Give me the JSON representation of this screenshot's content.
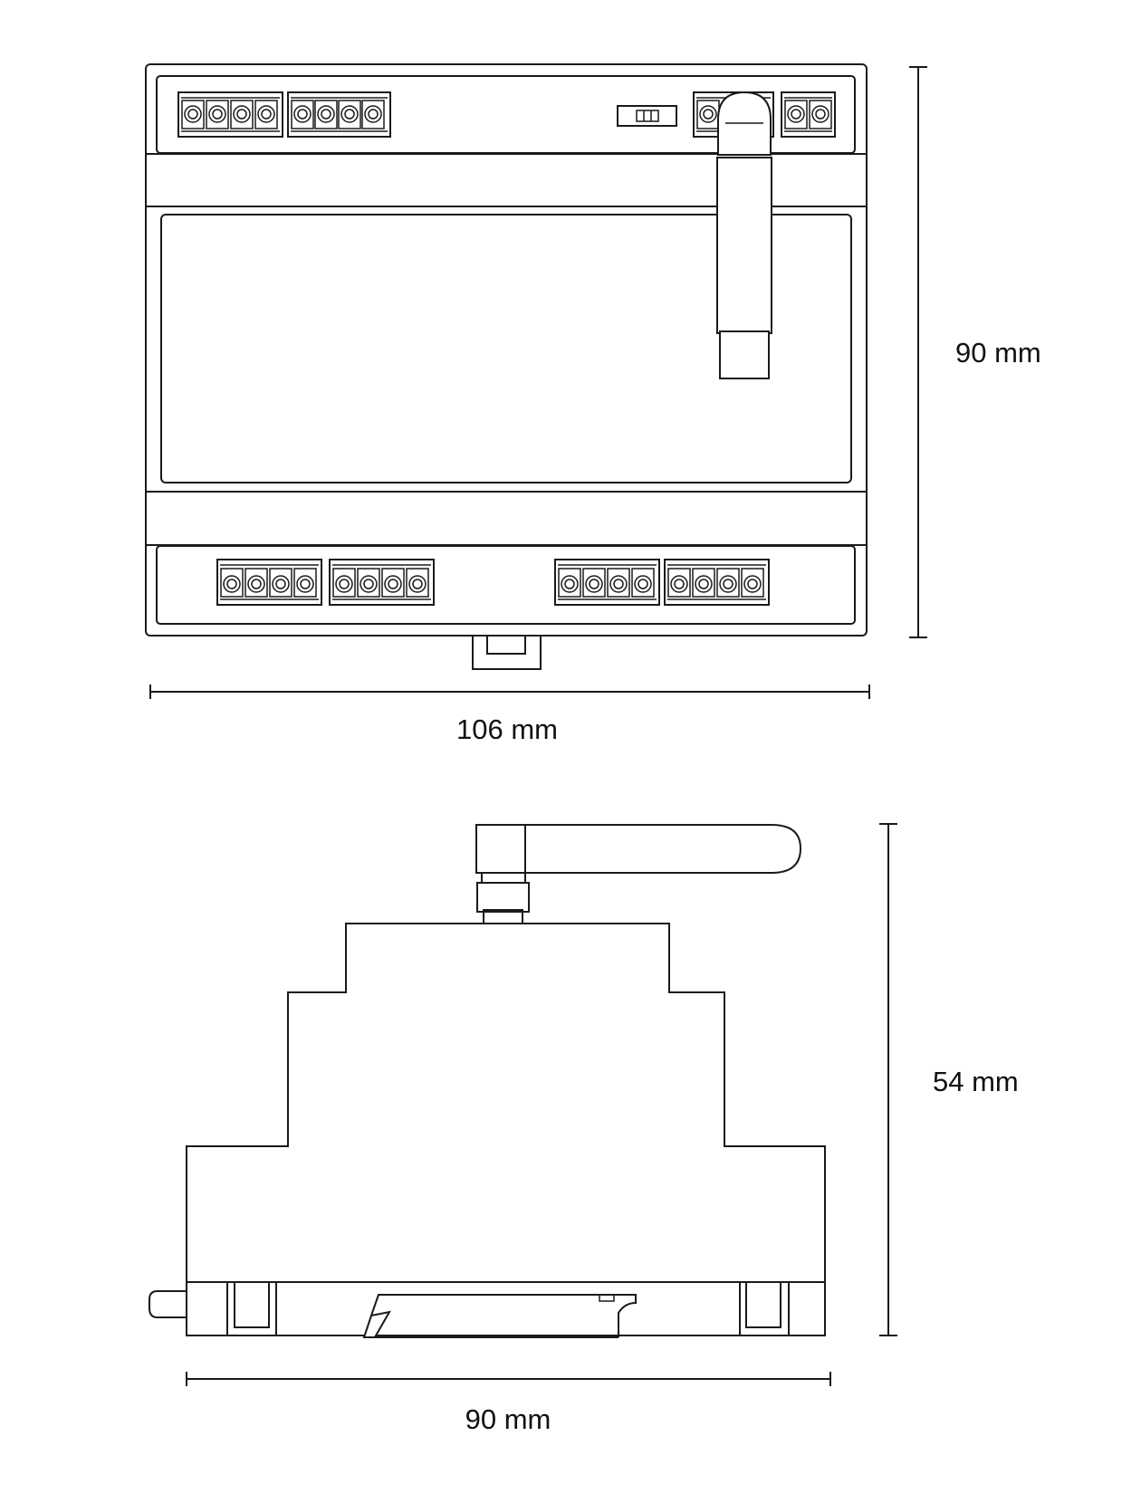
{
  "dimensions": {
    "front_height": "90 mm",
    "front_width": "106 mm",
    "side_height": "54 mm",
    "side_width": "90 mm"
  },
  "colors": {
    "line": "#1a1a1a",
    "background": "#ffffff"
  }
}
